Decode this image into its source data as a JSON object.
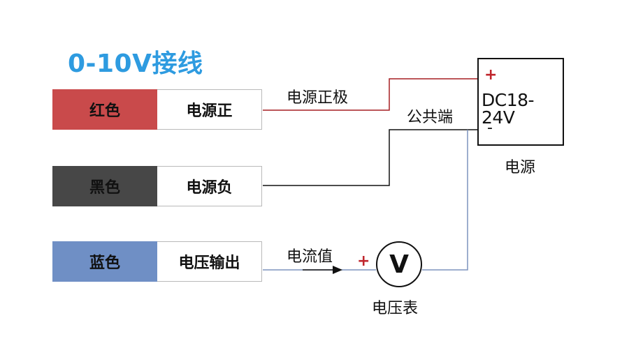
{
  "title": "0-10V接线",
  "wires": [
    {
      "color_name": "红色",
      "function": "电源正",
      "swatch": "#c94a4b",
      "line": "#a51f22"
    },
    {
      "color_name": "黑色",
      "function": "电源负",
      "swatch": "#474747",
      "line": "#111111"
    },
    {
      "color_name": "蓝色",
      "function": "电压输出",
      "swatch": "#6f8fc5",
      "line": "#7d93be"
    }
  ],
  "labels": {
    "power_positive": "电源正极",
    "common": "公共端",
    "current_value": "电流值",
    "voltmeter": "电压表",
    "power_supply": "电源"
  },
  "power_supply": {
    "plus": "+",
    "voltage": "DC18-24V",
    "minus": "-"
  },
  "voltmeter": {
    "symbol": "V",
    "plus": "+"
  },
  "colors": {
    "title": "#2e9be0",
    "plus_sign": "#c0262d"
  }
}
